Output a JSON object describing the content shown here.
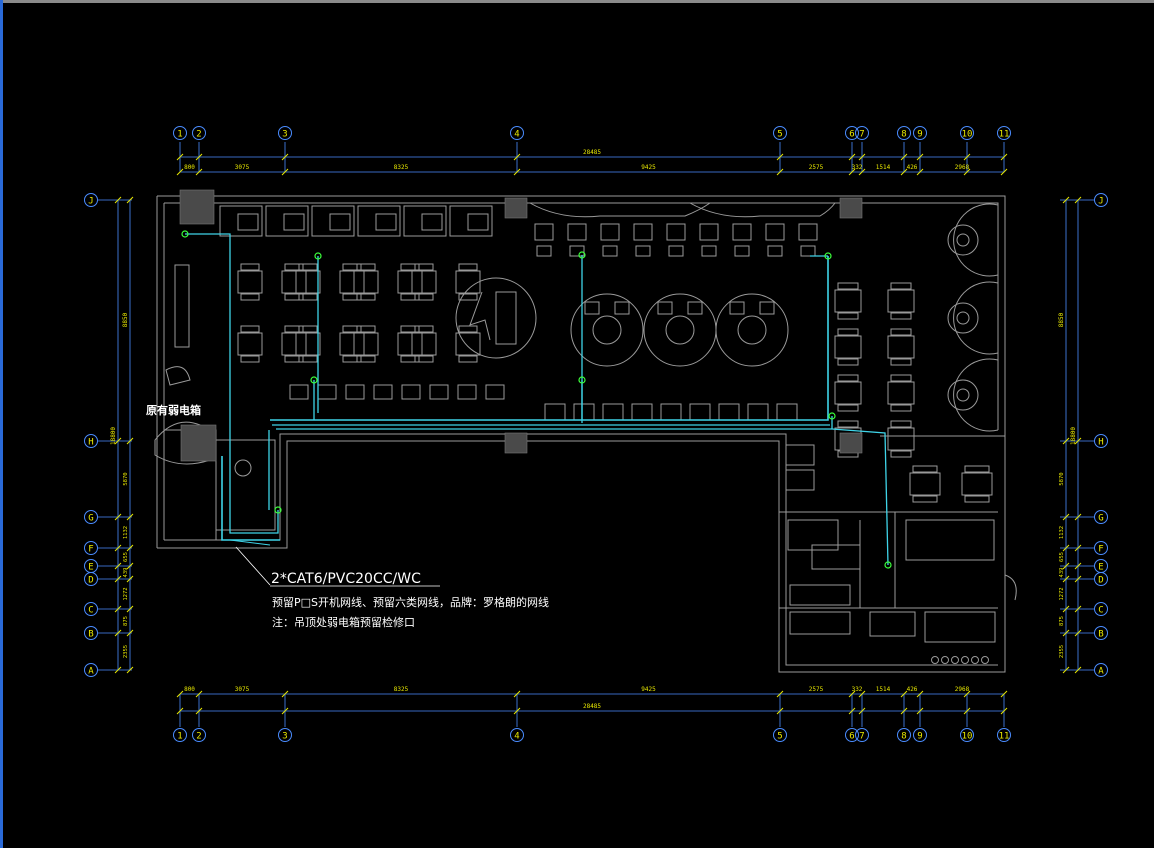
{
  "grid_columns": [
    {
      "label": "1"
    },
    {
      "label": "2"
    },
    {
      "label": "3"
    },
    {
      "label": "4"
    },
    {
      "label": "5"
    },
    {
      "label": "6"
    },
    {
      "label": "7"
    },
    {
      "label": "8"
    },
    {
      "label": "9"
    },
    {
      "label": "10"
    },
    {
      "label": "11"
    }
  ],
  "grid_rows": [
    {
      "label": "J"
    },
    {
      "label": "H"
    },
    {
      "label": "G"
    },
    {
      "label": "F"
    },
    {
      "label": "E"
    },
    {
      "label": "D"
    },
    {
      "label": "C"
    },
    {
      "label": "B"
    },
    {
      "label": "A"
    }
  ],
  "top_dimensions": {
    "total": "28485",
    "segments": [
      "800",
      "3075",
      "8325",
      "9425",
      "2575",
      "332",
      "1514",
      "426",
      "2968"
    ]
  },
  "bottom_dimensions": {
    "total": "28485",
    "segments": [
      "800",
      "3075",
      "8325",
      "9425",
      "2575",
      "332",
      "1514",
      "426",
      "2968"
    ]
  },
  "left_dimensions": {
    "total": "18800",
    "upper": "8850",
    "lower": [
      "5870",
      "1132",
      "655",
      "439",
      "1272",
      "875",
      "2355"
    ]
  },
  "right_dimensions": {
    "total": "18800",
    "upper": "8850",
    "lower": [
      "5870",
      "1132",
      "655",
      "439",
      "1272",
      "875",
      "2355"
    ]
  },
  "annotations": {
    "cabinet_label": "原有弱电箱",
    "cable_spec": "2*CAT6/PVC20CC/WC",
    "note_line1": "预留P□S开机网线、预留六类网线，品牌：罗格朗的网线",
    "note_line2": "注：吊顶处弱电箱预留检修口"
  },
  "colors": {
    "background": "#000000",
    "wall": "#9a9a9a",
    "cable": "#3fd4e8",
    "outlet": "#3bff3b",
    "axis_text": "#e8e800",
    "axis_line": "#4a8cff",
    "column": "#4a4a4a"
  }
}
